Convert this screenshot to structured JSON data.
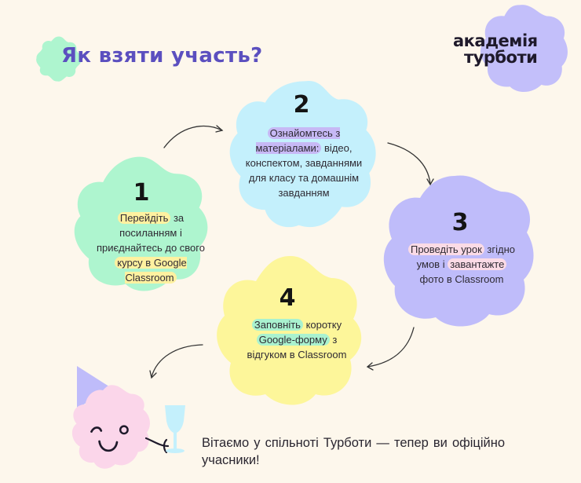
{
  "header": {
    "title": "Як взяти участь?",
    "logo_line1": "академія",
    "logo_line2": "турботи"
  },
  "steps": [
    {
      "number": "1",
      "color": "#aef5cf",
      "highlight_color": "#fff1a0",
      "parts": [
        "Перейдіть",
        " за посиланням і приєднайтесь до свого ",
        "курсу в Google Classroom"
      ]
    },
    {
      "number": "2",
      "color": "#c4f0fc",
      "highlight_color": "#c7b9f5",
      "parts": [
        "Ознайомтесь з матеріалами:",
        " відео, конспектом, завданнями для класу та домашнім завданням"
      ]
    },
    {
      "number": "3",
      "color": "#bfbcfa",
      "highlight_color": "#fbdbe6",
      "parts": [
        "Проведіть урок",
        " згідно умов і ",
        "завантажте",
        " фото в Classroom"
      ]
    },
    {
      "number": "4",
      "color": "#fdf69a",
      "highlight_color": "#a9f2cf",
      "parts": [
        "Заповніть",
        " коротку ",
        "Google-форму",
        " з відгуком в Classroom"
      ]
    }
  ],
  "footer": {
    "text": "Вітаємо у спільноті Турботи — тепер ви офіційно учасники!"
  },
  "colors": {
    "background": "#fdf7ec",
    "title": "#5b4fbf",
    "mint": "#aef5cf",
    "sky": "#c4f0fc",
    "lavender": "#bfbcfa",
    "lemon": "#fdf69a",
    "pink": "#fbd6ea"
  }
}
